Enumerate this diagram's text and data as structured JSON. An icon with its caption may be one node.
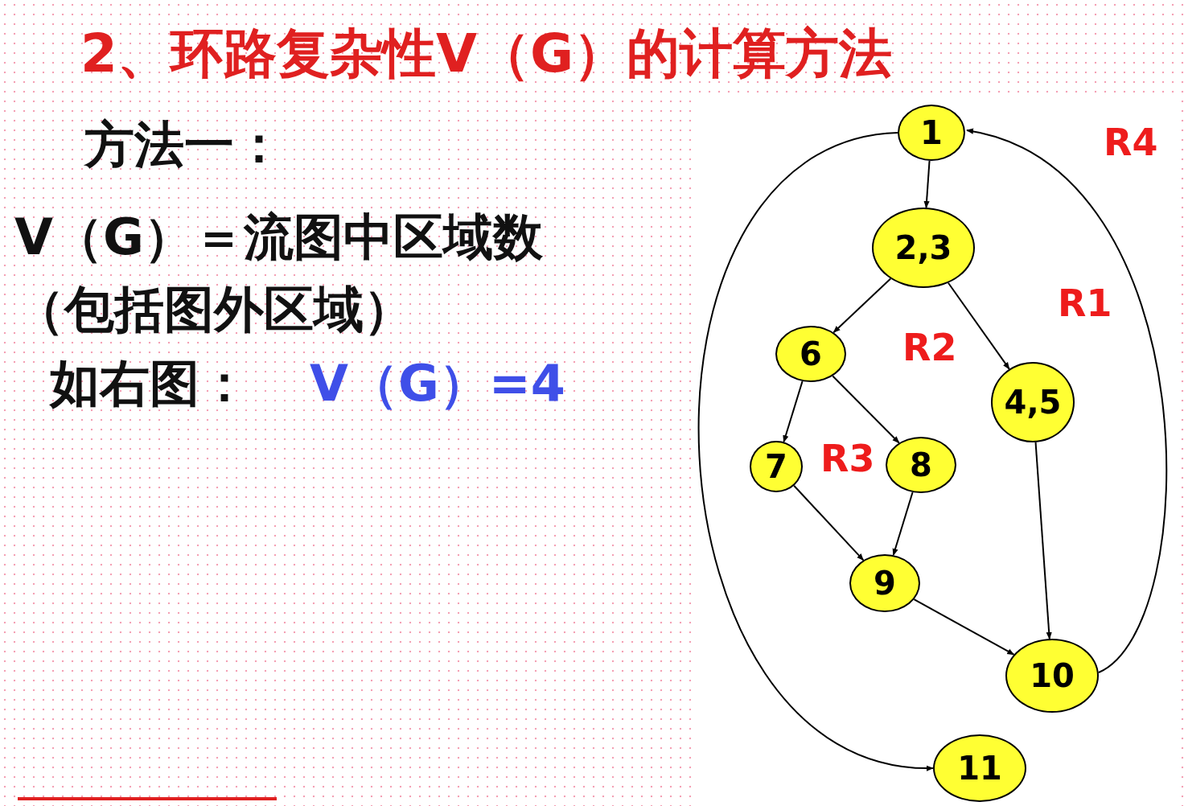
{
  "diagram": {
    "title": "2、环路复杂性V（G）的计算方法",
    "nodes": [
      {
        "text": [
          "1"
        ]
      },
      {
        "text": [
          "2,3"
        ]
      },
      {
        "text": [
          "6"
        ]
      },
      {
        "text": [
          "4,5"
        ]
      },
      {
        "text": [
          "7"
        ]
      },
      {
        "text": [
          "8"
        ]
      },
      {
        "text": [
          "9"
        ]
      },
      {
        "text": [
          "10"
        ]
      },
      {
        "text": [
          "11"
        ]
      }
    ],
    "edges": [
      {
        "from": 0,
        "to": 1,
        "arrow": "to"
      },
      {
        "from": 1,
        "to": 2,
        "arrow": "to"
      },
      {
        "from": 1,
        "to": 3,
        "arrow": "to"
      },
      {
        "from": 2,
        "to": 4,
        "arrow": "to"
      },
      {
        "from": 2,
        "to": 5,
        "arrow": "to"
      },
      {
        "from": 4,
        "to": 6,
        "arrow": "to"
      },
      {
        "from": 5,
        "to": 6,
        "arrow": "to"
      },
      {
        "from": 6,
        "to": 7,
        "arrow": "to"
      },
      {
        "from": 3,
        "to": 7,
        "arrow": "to"
      },
      {
        "from": 7,
        "to": 0,
        "arrow": "to"
      },
      {
        "from": 0,
        "to": 8,
        "arrow": "to"
      }
    ],
    "labels": [
      "方法一：",
      "V（G）＝流图中区域数（包括图外区域）",
      "如右图：",
      "V（G）=4",
      "R4",
      "R1",
      "R2",
      "R3"
    ]
  }
}
